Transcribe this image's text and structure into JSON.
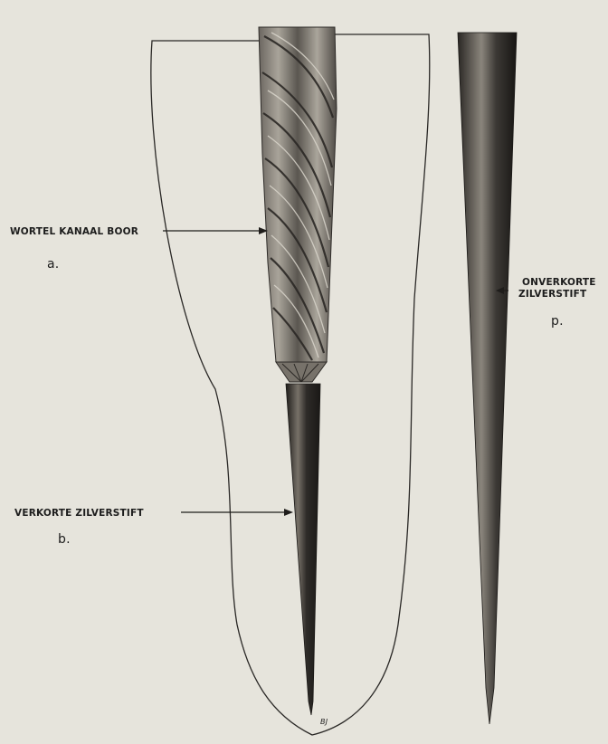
{
  "figure": {
    "labels": {
      "root_canal_drill": "WORTEL KANAAL BOOR",
      "shortened_silver_point": "VERKORTE ZILVERSTIFT",
      "unshortened_silver_point_line1": "ONVERKORTE",
      "unshortened_silver_point_line2": "ZILVERSTIFT"
    },
    "letters": {
      "a": "a.",
      "b": "b.",
      "p": "p."
    },
    "signature": "BJ"
  }
}
